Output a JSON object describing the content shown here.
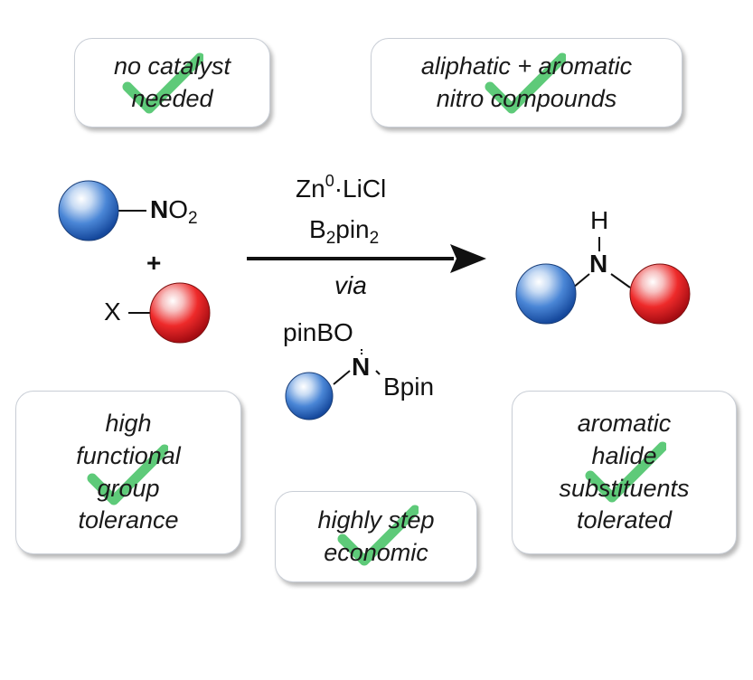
{
  "feature_boxes": {
    "catalyst": {
      "lines": [
        "no catalyst",
        "needed"
      ]
    },
    "nitro": {
      "lines": [
        "aliphatic + aromatic",
        "nitro compounds"
      ]
    },
    "functional": {
      "lines": [
        "high",
        "functional",
        "group",
        "tolerance"
      ]
    },
    "step": {
      "lines": [
        "highly step",
        "economic"
      ]
    },
    "halide": {
      "lines": [
        "aromatic",
        "halide",
        "substituents",
        "tolerated"
      ]
    }
  },
  "reactants": {
    "nitro_group": {
      "atom": "N",
      "rest": "O",
      "subscript": "2"
    },
    "plus": "+",
    "halide_label": "X"
  },
  "conditions": {
    "reagent1": {
      "metal": "Zn",
      "superscript": "0",
      "rest": "·LiCl"
    },
    "reagent2": {
      "prefix": "B",
      "subscript1": "2",
      "middle": "pin",
      "subscript2": "2"
    },
    "via": "via"
  },
  "intermediate": {
    "top_label": "pinBO",
    "atom": "N",
    "right_label": "Bpin"
  },
  "product": {
    "h_label": "H",
    "atom": "N"
  },
  "colors": {
    "blue_sphere": "#2e6fc4",
    "red_sphere": "#e8262d",
    "check_green": "#4cc46a",
    "box_border": "#c9ced6",
    "arrow": "#111111"
  },
  "icons": {
    "check": "check-icon",
    "arrow": "reaction-arrow"
  }
}
